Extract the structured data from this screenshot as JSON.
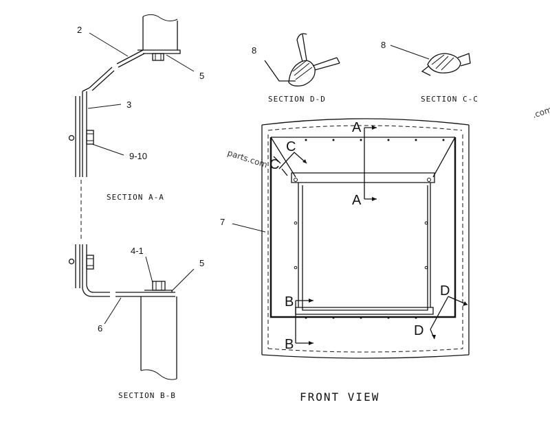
{
  "callouts": {
    "c2": "2",
    "c5_top": "5",
    "c3": "3",
    "c9_10": "9-10",
    "c4_1": "4-1",
    "c5_bot": "5",
    "c6": "6",
    "c7": "7",
    "c8_dd": "8",
    "c8_cc": "8"
  },
  "captions": {
    "section_aa": "SECTION A-A",
    "section_bb": "SECTION B-B",
    "section_dd": "SECTION D-D",
    "section_cc": "SECTION C-C",
    "front_view": "FRONT VIEW"
  },
  "section_marks": {
    "a_top": "A",
    "a_bottom": "A",
    "b_top": "B",
    "b_bottom": "B",
    "c_first": "C",
    "c_second": "C",
    "d_top": "D",
    "d_bottom": "D"
  },
  "watermarks": {
    "center": "parts.com",
    "edge": ".com"
  }
}
